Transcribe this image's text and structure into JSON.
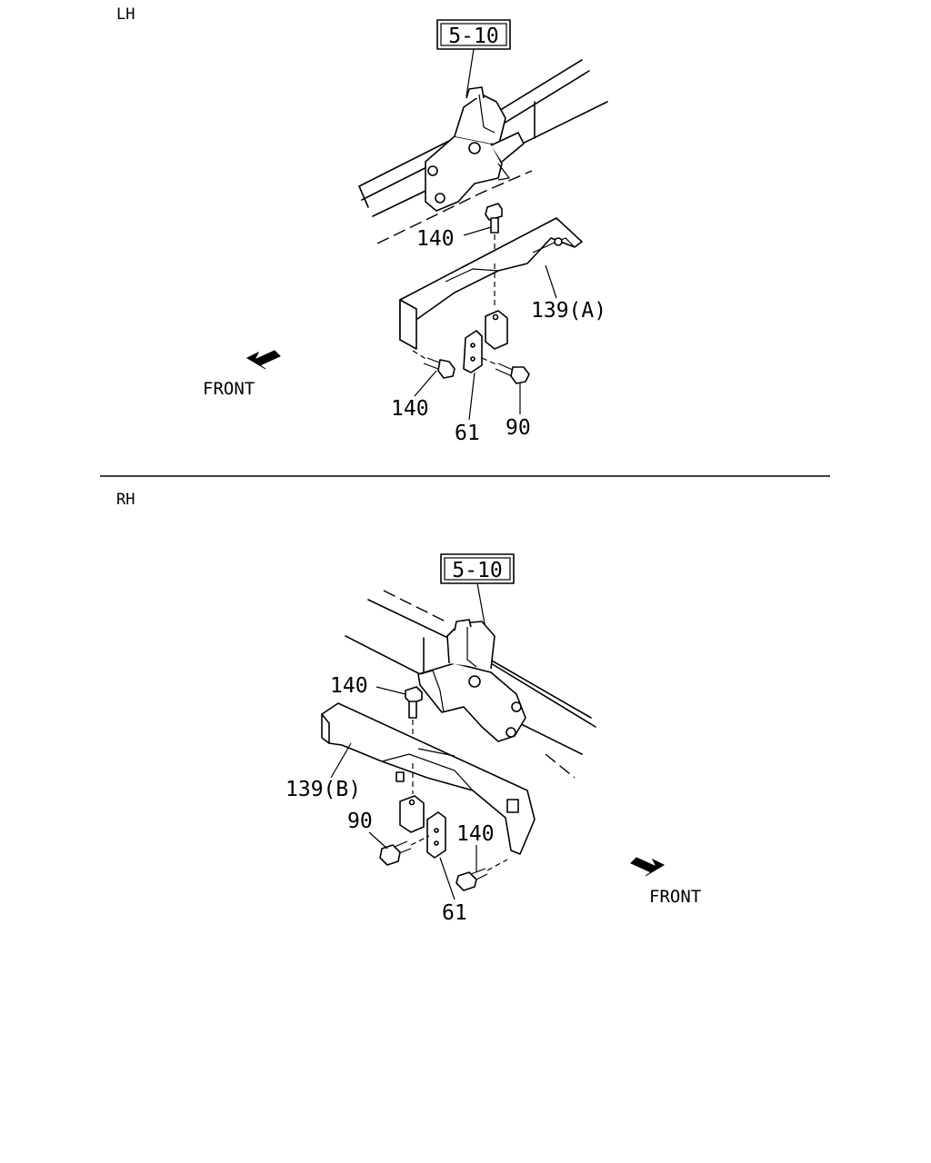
{
  "panels": {
    "lh": {
      "side_label": "LH",
      "ref_box": "5-10",
      "callouts": {
        "bolt_top": "140",
        "bracket": "139(A)",
        "bolt_left": "140",
        "plate": "61",
        "bolt_right": "90"
      },
      "front_label": "FRONT"
    },
    "rh": {
      "side_label": "RH",
      "ref_box": "5-10",
      "callouts": {
        "bolt_top": "140",
        "bracket": "139(B)",
        "bolt_left": "90",
        "bolt_right": "140",
        "plate": "61"
      },
      "front_label": "FRONT"
    }
  }
}
